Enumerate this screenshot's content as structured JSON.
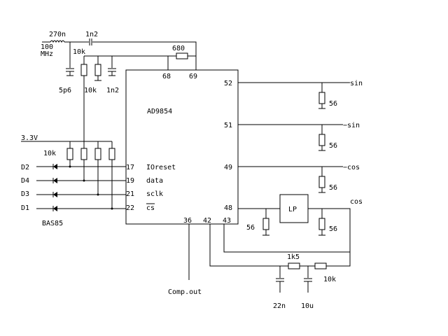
{
  "source": {
    "label_line1": "100",
    "label_line2": "MHz"
  },
  "input": {
    "inductor": "270n",
    "cap_series": "1n2",
    "res_10k_top": "10k",
    "cap_5p6": "5p6",
    "res_10k_left": "10k",
    "cap_1n2": "1n2"
  },
  "feedback": {
    "resistor": "680"
  },
  "supply": {
    "label": "3.3V",
    "pullup_label": "10k"
  },
  "chip": {
    "name": "AD9854",
    "pins": {
      "p68": "68",
      "p69": "69",
      "p52": "52",
      "p51": "51",
      "p49": "49",
      "p48": "48",
      "p17": "17",
      "p19": "19",
      "p21": "21",
      "p22": "22",
      "p36": "36",
      "p42": "42",
      "p43": "43"
    },
    "pin_labels": {
      "ioreset": "IOreset",
      "data": "data",
      "sclk": "sclk",
      "cs": "cs"
    }
  },
  "diodes": {
    "d2": "D2",
    "d4": "D4",
    "d3": "D3",
    "d1": "D1",
    "part": "BAS85"
  },
  "outputs": {
    "sin": "sin",
    "sin_r": "56",
    "minus_sin": "−sin",
    "minus_sin_r": "56",
    "minus_cos": "−cos",
    "minus_cos_r": "56",
    "cos": "cos",
    "cos_r_left": "56",
    "cos_r_right": "56",
    "lp": "LP"
  },
  "comparator": {
    "r_1k5": "1k5",
    "r_10k": "10k",
    "cap_22n": "22n",
    "cap_10u": "10u",
    "comp_out": "Comp.out"
  }
}
